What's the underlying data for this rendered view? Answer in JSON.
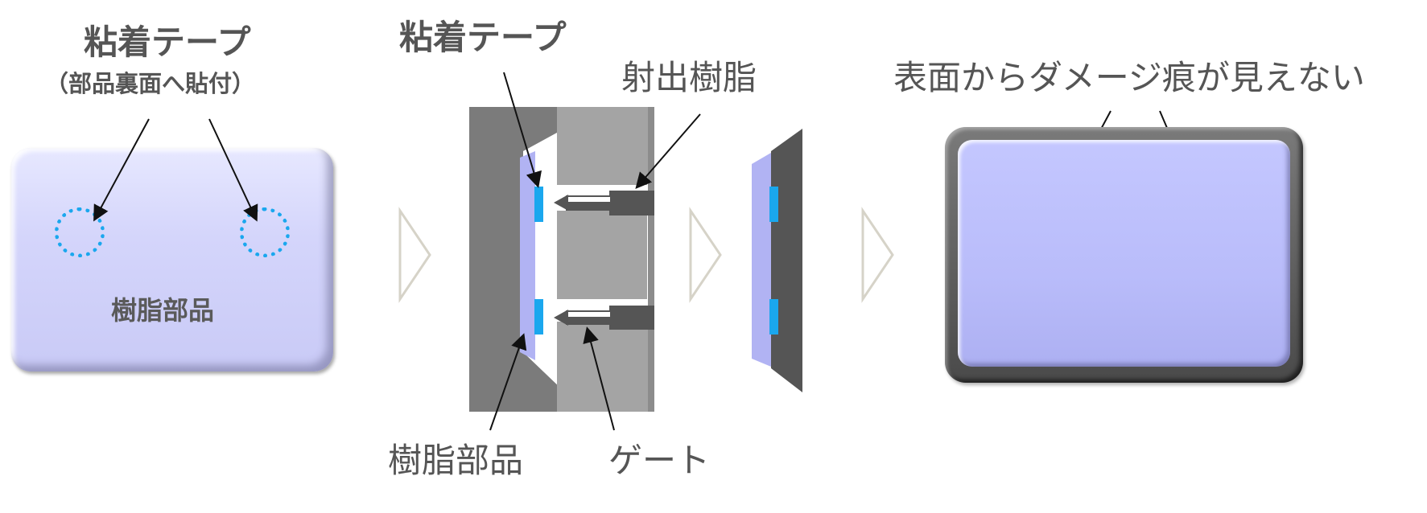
{
  "step1": {
    "tape_title": "粘着テープ",
    "tape_sub": "（部品裏面へ貼付）",
    "part_label": "樹脂部品"
  },
  "step2": {
    "tape_label": "粘着テープ",
    "resin_label": "射出樹脂",
    "part_label": "樹脂部品",
    "gate_label": "ゲート"
  },
  "step4": {
    "result_label": "表面からダメージ痕が見えない"
  },
  "colors": {
    "part_fill": "#d4d5fb",
    "tape_blue": "#1aa7ee",
    "mold_dark": "#7b7b7b",
    "mold_light": "#a4a4a4",
    "resin_dark": "#575757",
    "part_molded": "#b8bbf6",
    "step_arrow": "#d6d3c8",
    "text_gray": "#555555"
  },
  "icons": [
    "step-chevron-icon",
    "pointer-arrow-icon"
  ]
}
